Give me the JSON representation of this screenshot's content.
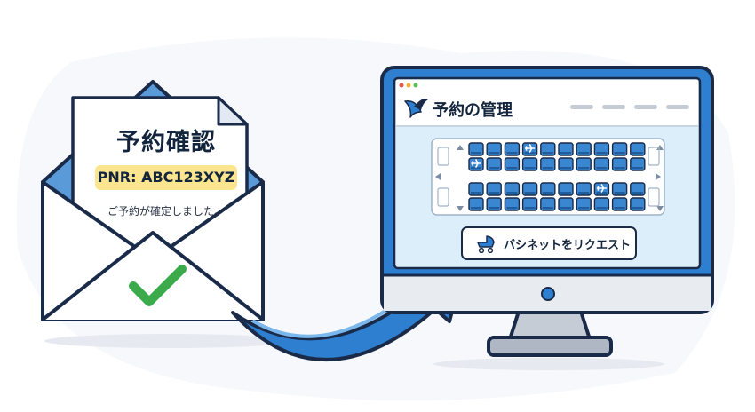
{
  "email": {
    "title": "予約確認",
    "pnr": "PNR: ABC123XYZ",
    "message": "ご予約が確定しました。"
  },
  "app": {
    "title": "予約の管理",
    "bassinet_button": "バシネットをリクエスト"
  },
  "seat_map": {
    "rows_per_block": 2,
    "seats_per_row": 10,
    "blocks": 2,
    "bassinet_seats": [
      {
        "block": 0,
        "row": 0,
        "seat": 3
      },
      {
        "block": 0,
        "row": 1,
        "seat": 0
      },
      {
        "block": 1,
        "row": 0,
        "seat": 7
      }
    ]
  },
  "icons": {
    "logo": "bird-logo-icon",
    "check": "check-icon",
    "stroller": "stroller-icon",
    "arrow": "curved-arrow-icon"
  },
  "colors": {
    "navy": "#1a2b4a",
    "blue": "#2f7fd1",
    "seat": "#3b86d1",
    "envelope_back": "#5b9ad8",
    "screen_bg": "#dceefa",
    "green": "#3aaa4a",
    "highlight": "#fbe58f",
    "gray": "#c5ccd6"
  }
}
